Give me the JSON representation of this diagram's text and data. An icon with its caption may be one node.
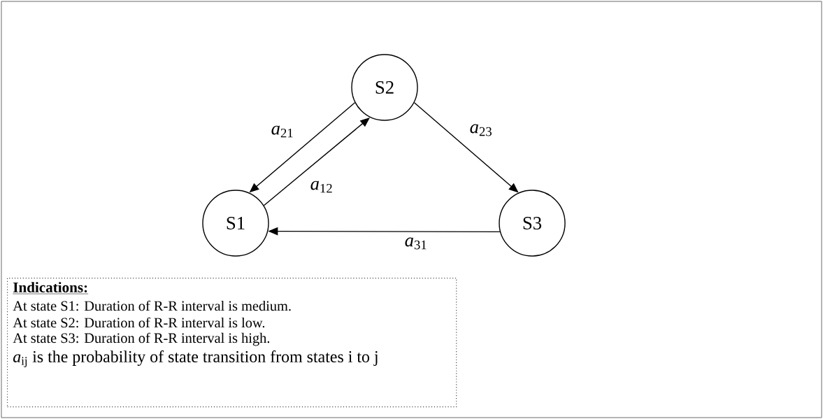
{
  "diagram": {
    "nodes": [
      {
        "text": [
          "S1"
        ]
      },
      {
        "text": [
          "S2"
        ]
      },
      {
        "text": [
          "S3"
        ]
      },
      {
        "text": [
          "Indications:",
          "At state S1: Duration of R-R interval is medium.",
          "At state S2: Duration of R-R interval is low.",
          "At state S3: Duration of R-R interval is high.",
          "*a*$_{ij}$ is the probability of state transition  from states i to j"
        ]
      }
    ],
    "edges": [
      {
        "from": 1,
        "to": 0,
        "arrow": "to",
        "label": "*a*$_{21}$"
      },
      {
        "from": 0,
        "to": 1,
        "arrow": "to",
        "label": "*a*$_{12}$"
      },
      {
        "from": 1,
        "to": 2,
        "arrow": "to",
        "label": "*a*$_{23}$"
      },
      {
        "from": 2,
        "to": 0,
        "arrow": "to",
        "label": "*a*$_{31}$"
      }
    ]
  }
}
